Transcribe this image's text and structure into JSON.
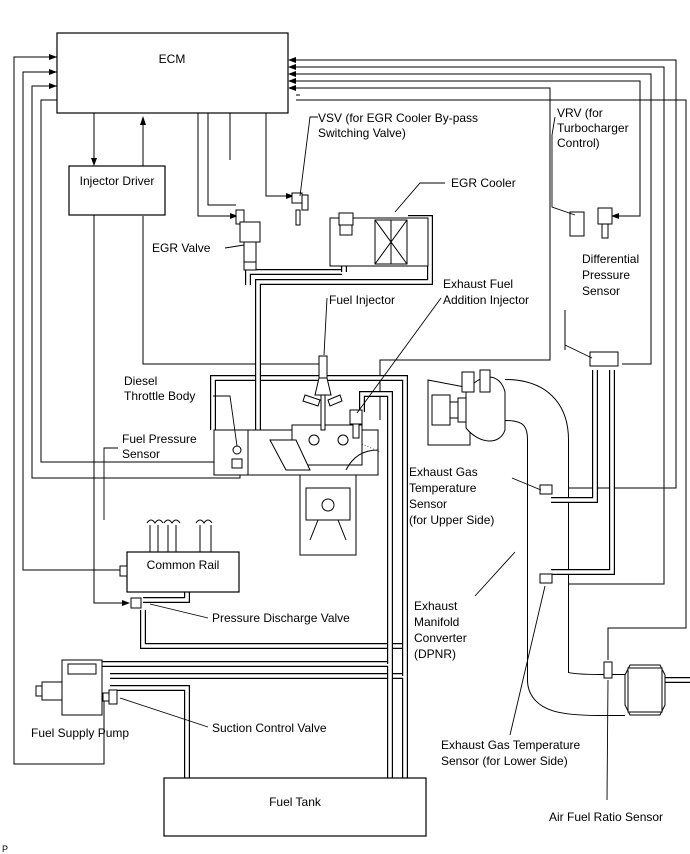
{
  "blocks": {
    "ecm": "ECM",
    "injector_driver": "Injector Driver",
    "common_rail": "Common Rail",
    "fuel_tank": "Fuel Tank"
  },
  "labels": {
    "vsv_line1": "VSV (for EGR Cooler By-pass",
    "vsv_line2": "Switching Valve)",
    "vrv_line1": "VRV (for",
    "vrv_line2": "Turbocharger",
    "vrv_line3": "Control)",
    "egr_cooler": "EGR Cooler",
    "egr_valve": "EGR Valve",
    "exhaust_fuel_line1": "Exhaust Fuel",
    "exhaust_fuel_line2": "Addition Injector",
    "diff_line1": "Differential",
    "diff_line2": "Pressure",
    "diff_line3": "Sensor",
    "fuel_injector": "Fuel Injector",
    "diesel_line1": "Diesel",
    "diesel_line2": "Throttle Body",
    "fuel_pressure_line1": "Fuel Pressure",
    "fuel_pressure_line2": "Sensor",
    "egt_upper_line1": "Exhaust Gas",
    "egt_upper_line2": "Temperature",
    "egt_upper_line3": "Sensor",
    "egt_upper_line4": "(for Upper Side)",
    "pressure_discharge": "Pressure Discharge Valve",
    "manifold_line1": "Exhaust",
    "manifold_line2": "Manifold",
    "manifold_line3": "Converter",
    "manifold_line4": "(DPNR)",
    "suction_control": "Suction Control Valve",
    "fuel_supply_pump": "Fuel Supply Pump",
    "egt_lower_line1": "Exhaust Gas Temperature",
    "egt_lower_line2": "Sensor (for Lower Side)",
    "air_fuel": "Air Fuel Ratio Sensor",
    "corner_mark": "P"
  }
}
